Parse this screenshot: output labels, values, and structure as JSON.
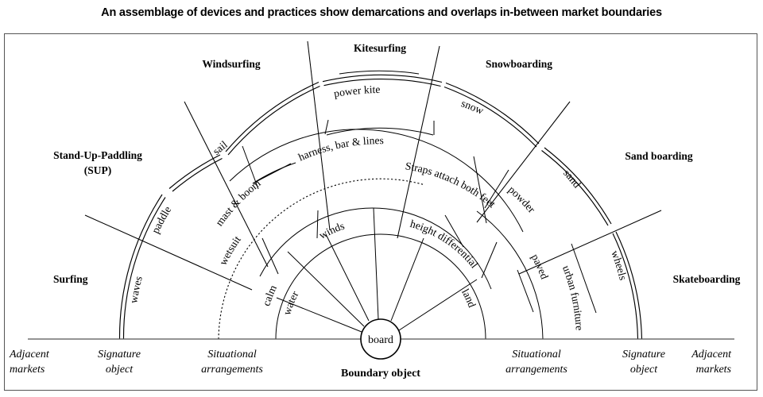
{
  "title": "An assemblage of devices and practices show demarcations and overlaps in-between market boundaries",
  "center": {
    "label": "board"
  },
  "boundary_object_label": "Boundary object",
  "markets": [
    {
      "name": "surfing",
      "label": "Surfing"
    },
    {
      "name": "sup",
      "label": "Stand-Up-Paddling"
    },
    {
      "name": "sup2",
      "label": "(SUP)"
    },
    {
      "name": "windsurfing",
      "label": "Windsurfing"
    },
    {
      "name": "kitesurfing",
      "label": "Kitesurfing"
    },
    {
      "name": "snowboarding",
      "label": "Snowboarding"
    },
    {
      "name": "sandboarding",
      "label": "Sand boarding"
    },
    {
      "name": "skateboarding",
      "label": "Skateboarding"
    }
  ],
  "signature_objects": [
    {
      "name": "waves",
      "label": "waves"
    },
    {
      "name": "paddle",
      "label": "paddle"
    },
    {
      "name": "sail",
      "label": "sail"
    },
    {
      "name": "power-kite",
      "label": "power kite"
    },
    {
      "name": "snow",
      "label": "snow"
    },
    {
      "name": "sand",
      "label": "sand"
    },
    {
      "name": "wheels",
      "label": "wheels"
    }
  ],
  "situational_arrangements": [
    {
      "name": "wetsuit",
      "label": "wetsuit"
    },
    {
      "name": "mast-and-boom",
      "label": "mast & boom"
    },
    {
      "name": "harness-bar-and-lines",
      "label": "harness, bar & lines"
    },
    {
      "name": "straps-attach-both-feet",
      "label": "Straps attach both feet"
    },
    {
      "name": "powder",
      "label": "powder"
    },
    {
      "name": "paved",
      "label": "paved"
    },
    {
      "name": "urban-furniture",
      "label": "urban furniture"
    }
  ],
  "inner_conditions": [
    {
      "name": "calm",
      "label": "calm"
    },
    {
      "name": "winds",
      "label": "winds"
    },
    {
      "name": "height-differential",
      "label": "height differential"
    }
  ],
  "inner_surfaces": [
    {
      "name": "water",
      "label": "water"
    },
    {
      "name": "land",
      "label": "land"
    }
  ],
  "legend": {
    "left": [
      {
        "name": "adjacent-markets-left",
        "line1": "Adjacent",
        "line2": "markets"
      },
      {
        "name": "signature-object-left",
        "line1": "Signature",
        "line2": "object"
      },
      {
        "name": "situational-left",
        "line1": "Situational",
        "line2": "arrangements"
      }
    ],
    "right": [
      {
        "name": "situational-right",
        "line1": "Situational",
        "line2": "arrangements"
      },
      {
        "name": "signature-object-right",
        "line1": "Signature",
        "line2": "object"
      },
      {
        "name": "adjacent-markets-right",
        "line1": "Adjacent",
        "line2": "markets"
      }
    ]
  },
  "colors": {
    "ink": "#000000",
    "frame": "#555555",
    "background": "#ffffff"
  }
}
